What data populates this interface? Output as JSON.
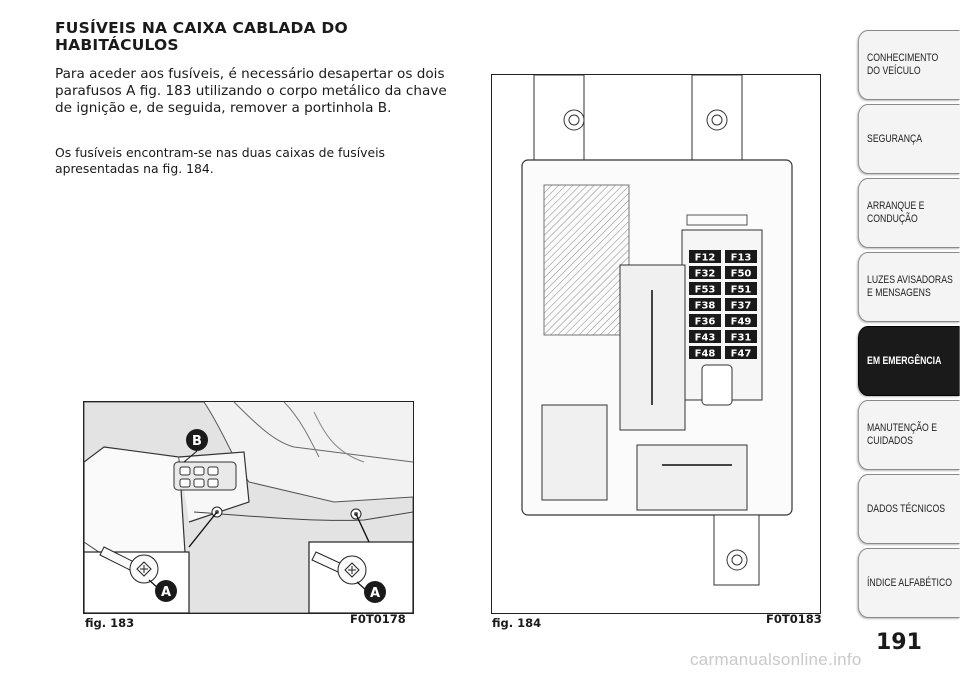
{
  "heading": "FUSÍVEIS NA CAIXA CABLADA DO HABITÁCULOS",
  "para1": "Para aceder aos fusíveis, é necessário desapertar os dois parafusos A fig. 183 utilizando o corpo metálico da chave de ignição e, de seguida, remover a portinhola B.",
  "para2": "Os fusíveis encontram-se nas duas caixas de fusíveis apresentadas na fig. 184.",
  "fig183": {
    "label": "fig. 183",
    "code": "F0T0178",
    "callout_a": "A",
    "callout_b": "B"
  },
  "fig184": {
    "label": "fig. 184",
    "code": "F0T0183",
    "fuses_left": [
      "F12",
      "F32",
      "F53",
      "F38",
      "F36",
      "F43",
      "F48"
    ],
    "fuses_right": [
      "F13",
      "F50",
      "F51",
      "F37",
      "F49",
      "F31",
      "F47"
    ]
  },
  "tabs": [
    {
      "line1": "CONHECIMENTO",
      "line2": "DO VEÍCULO"
    },
    {
      "line1": "SEGURANÇA",
      "line2": ""
    },
    {
      "line1": "ARRANQUE E",
      "line2": "CONDUÇÃO"
    },
    {
      "line1": "LUZES AVISADORAS",
      "line2": "E MENSAGENS"
    },
    {
      "line1": "EM EMERGÊNCIA",
      "line2": ""
    },
    {
      "line1": "MANUTENÇÃO E",
      "line2": "CUIDADOS"
    },
    {
      "line1": "DADOS TÉCNICOS",
      "line2": ""
    },
    {
      "line1": "ÍNDICE ALFABÉTICO",
      "line2": ""
    }
  ],
  "page_number": "191",
  "watermark": "carmanualsonline.info"
}
